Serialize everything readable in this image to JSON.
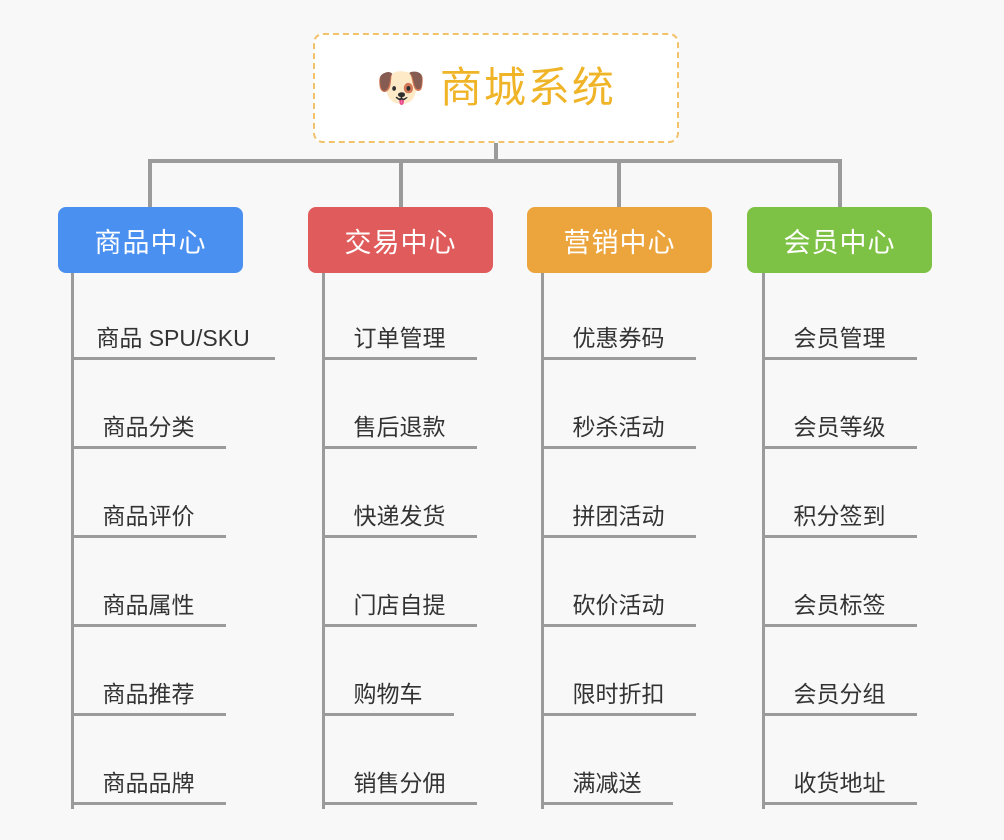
{
  "page": {
    "background_color": "#f8f8f8",
    "line_color": "#9b9b9b",
    "leaf_text_color": "#333333"
  },
  "root": {
    "icon": "dog-face-emoji",
    "emoji": "🐶",
    "title": "商城系统",
    "title_color": "#f0b429",
    "border_color": "#f2c26b",
    "background_color": "#ffffff"
  },
  "columns": [
    {
      "key": "product-center",
      "title": "商品中心",
      "color": "#4a90f0",
      "items": [
        "商品 SPU/SKU",
        "商品分类",
        "商品评价",
        "商品属性",
        "商品推荐",
        "商品品牌"
      ]
    },
    {
      "key": "trade-center",
      "title": "交易中心",
      "color": "#e05c5c",
      "items": [
        "订单管理",
        "售后退款",
        "快递发货",
        "门店自提",
        "购物车",
        "销售分佣"
      ]
    },
    {
      "key": "marketing-center",
      "title": "营销中心",
      "color": "#eba53c",
      "items": [
        "优惠券码",
        "秒杀活动",
        "拼团活动",
        "砍价活动",
        "限时折扣",
        "满减送"
      ]
    },
    {
      "key": "member-center",
      "title": "会员中心",
      "color": "#7dc244",
      "items": [
        "会员管理",
        "会员等级",
        "积分签到",
        "会员标签",
        "会员分组",
        "收货地址"
      ]
    }
  ]
}
